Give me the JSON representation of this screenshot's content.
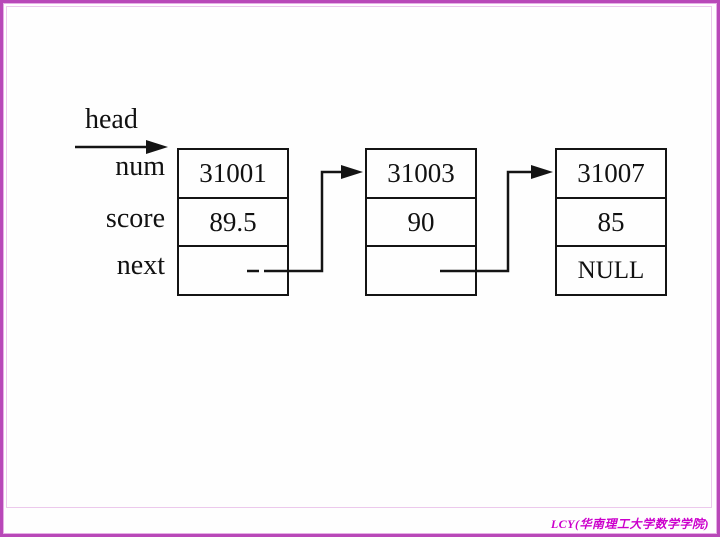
{
  "slide": {
    "footer_credit": "LCY(华南理工大学数学学院)",
    "colors": {
      "frame_outer": "#b848b8",
      "frame_inner": "#ecc9ec",
      "top_accent": "#9c3a55",
      "footer_text": "#cc00cc",
      "diagram_line": "#141414",
      "background": "#fefefe"
    }
  },
  "diagram": {
    "type": "singly-linked-list",
    "head_label": "head",
    "field_labels": [
      "num",
      "score",
      "next"
    ],
    "nodes": [
      {
        "num": "31001",
        "score": "89.5",
        "next": ""
      },
      {
        "num": "31003",
        "score": "90",
        "next": ""
      },
      {
        "num": "31007",
        "score": "85",
        "next": "NULL"
      }
    ]
  }
}
